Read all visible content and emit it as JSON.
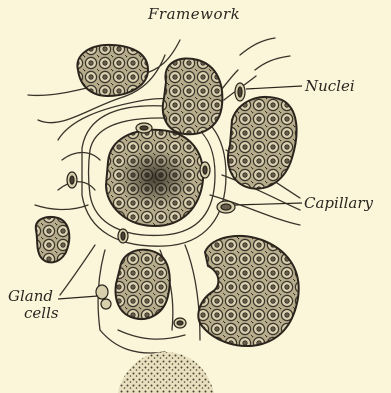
{
  "labels": {
    "framework": "Framework",
    "nuclei": "Nuclei",
    "capillary": "Capillary",
    "gland_line1": "Gland",
    "gland_line2": "cells"
  }
}
